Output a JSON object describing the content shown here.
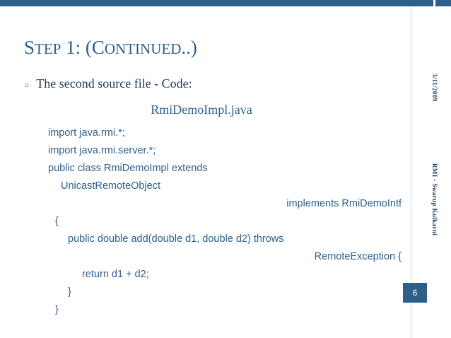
{
  "slide": {
    "title_prefix": "S",
    "title_word1": "TEP",
    "title_num": " 1: (",
    "title_c": "C",
    "title_word2": "ONTINUED",
    "title_suffix": "..)",
    "title_full": "STEP 1: (CONTINUED..)",
    "bullet_marker": "○",
    "bullet_text": "The second source file - Code:",
    "filename": "RmiDemoImpl.java",
    "code_lines": [
      {
        "text": "import java.rmi.*;",
        "align": "left",
        "indent": 0
      },
      {
        "text": "import java.rmi.server.*;",
        "align": "left",
        "indent": 0
      },
      {
        "text": "public class RmiDemoImpl extends",
        "align": "left",
        "indent": 0
      },
      {
        "text": "UnicastRemoteObject",
        "align": "left",
        "indent": 18
      },
      {
        "text": "implements RmiDemoIntf",
        "align": "right",
        "indent": 0
      },
      {
        "text": "{",
        "align": "left",
        "indent": 10
      },
      {
        "text": "public double add(double d1, double d2) throws",
        "align": "left",
        "indent": 28
      },
      {
        "text": "RemoteException {",
        "align": "right",
        "indent": 0
      },
      {
        "text": "return d1 + d2;",
        "align": "left",
        "indent": 48
      },
      {
        "text": "}",
        "align": "left",
        "indent": 28
      },
      {
        "text": "}",
        "align": "left",
        "indent": 10
      }
    ],
    "page_number": "6",
    "side_date": "3/11/2009",
    "side_author": "RMI - Swarup Kulkarni"
  },
  "colors": {
    "accent": "#2e5f8a",
    "text": "#1f3b57",
    "background": "#ffffff"
  }
}
